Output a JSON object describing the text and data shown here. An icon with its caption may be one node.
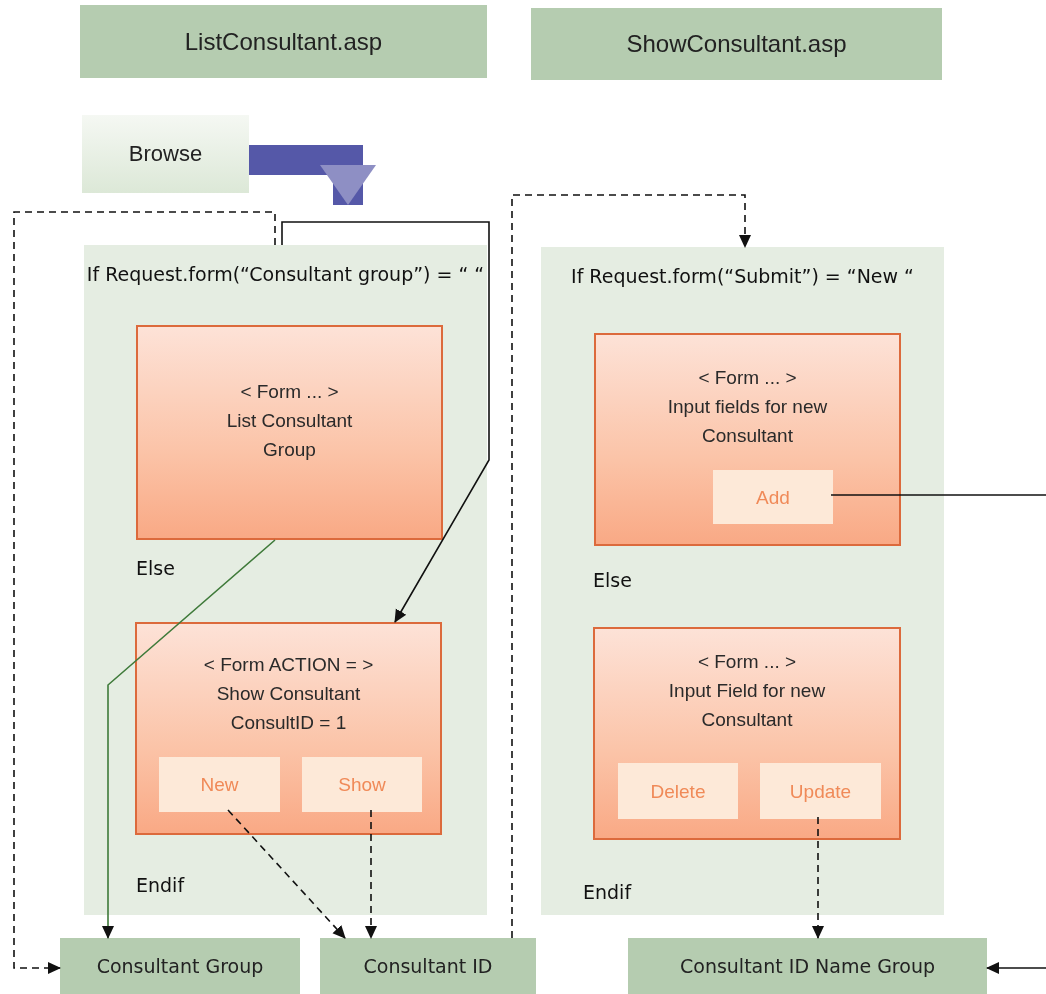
{
  "diagram": {
    "nodes": [
      {
        "text": [
          "ListConsultant.asp"
        ]
      },
      {
        "text": [
          "ShowConsultant.asp"
        ]
      },
      {
        "text": [
          "Browse"
        ]
      },
      {
        "text": [
          "If Request.form(“Consultant group”) = “ “",
          "Else",
          "Endif"
        ]
      },
      {
        "text": [
          "< Form ... >",
          "List Consultant Group"
        ],
        "in": 3
      },
      {
        "text": [
          "< Form ACTION = >",
          "Show Consultant ConsultID = 1"
        ],
        "in": 3
      },
      {
        "text": [
          "New"
        ],
        "in": 5
      },
      {
        "text": [
          "Show"
        ],
        "in": 5
      },
      {
        "text": [
          "If Request.form(“Submit”) = “New “",
          "Else",
          "Endif"
        ]
      },
      {
        "text": [
          "< Form ... >",
          "Input fields for new Consultant"
        ],
        "in": 8
      },
      {
        "text": [
          "Add"
        ],
        "in": 9
      },
      {
        "text": [
          "< Form ... >",
          "Input Field for new Consultant"
        ],
        "in": 8
      },
      {
        "text": [
          "Delete"
        ],
        "in": 11
      },
      {
        "text": [
          "Update"
        ],
        "in": 11
      },
      {
        "text": [
          "Consultant Group"
        ]
      },
      {
        "text": [
          "Consultant ID"
        ]
      },
      {
        "text": [
          "Consultant ID Name Group"
        ]
      }
    ],
    "edges": [
      {
        "from": 2,
        "to": 3,
        "arrow": "to",
        "style": "thick",
        "color": "#5558a8"
      },
      {
        "from": 3,
        "to": 14,
        "arrow": "to",
        "style": "dashed"
      },
      {
        "from": 3,
        "to": 5,
        "arrow": "to"
      },
      {
        "from": 4,
        "to": 14,
        "arrow": "to",
        "color": "#3f7a3a"
      },
      {
        "from": 6,
        "to": 15,
        "arrow": "to",
        "style": "dashed"
      },
      {
        "from": 7,
        "to": 15,
        "arrow": "to",
        "style": "dashed"
      },
      {
        "from": 15,
        "to": 8,
        "arrow": "to",
        "style": "dashed"
      },
      {
        "from": 13,
        "to": 16,
        "arrow": "to",
        "style": "dashed"
      },
      {
        "from": 10,
        "to": null,
        "arrow": "none"
      },
      {
        "from": null,
        "to": 16,
        "arrow": "to"
      }
    ]
  }
}
